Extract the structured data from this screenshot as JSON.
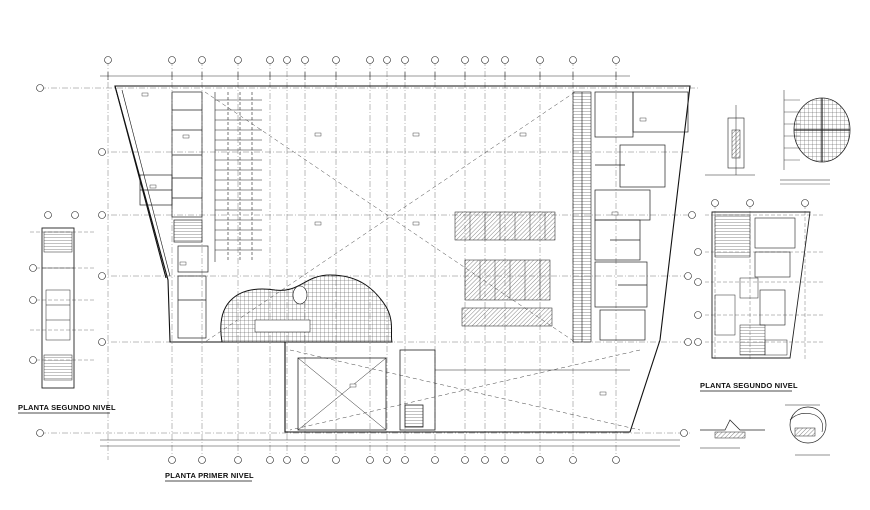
{
  "drawing": {
    "labels": {
      "planta_primer_nivel": "PLANTA PRIMER NIVEL",
      "planta_segundo_nivel_left": "PLANTA SEGUNDO NIVEL",
      "planta_segundo_nivel_right": "PLANTA SEGUNDO NIVEL"
    },
    "colors": {
      "line": "#222222",
      "grid_line": "#444444",
      "hatch": "#555555",
      "background": "#ffffff"
    }
  }
}
